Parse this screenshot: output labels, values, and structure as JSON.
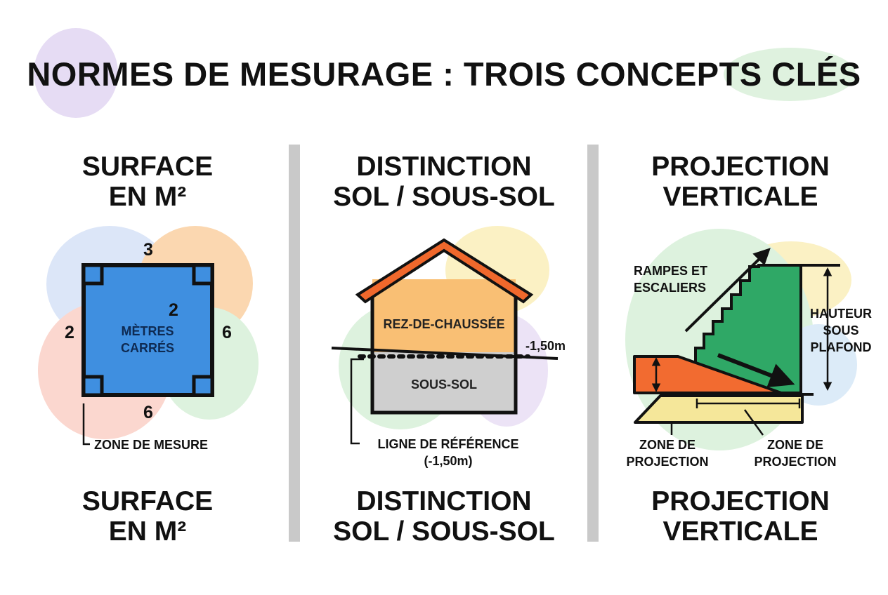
{
  "title": "NORMES DE MESURAGE : TROIS CONCEPTS CLÉS",
  "columns": [
    {
      "heading_line1": "SURFACE",
      "heading_line2": "EN M²",
      "footer_line1": "SURFACE",
      "footer_line2": "EN M²",
      "dim_top": "3",
      "dim_bottom": "6",
      "dim_left": "2",
      "dim_right": "6",
      "dim_inner": "2",
      "center_line1": "MÈTRES",
      "center_line2": "CARRÉS",
      "zone_label": "ZONE DE MESURE"
    },
    {
      "heading_line1": "DISTINCTION",
      "heading_line2": "SOL / SOUS-SOL",
      "footer_line1": "DISTINCTION",
      "footer_line2": "SOL / SOUS-SOL",
      "ground_floor": "REZ-DE-CHAUSSÉE",
      "basement": "SOUS-SOL",
      "level_mark": "-1,50m",
      "reference_line1": "LIGNE DE RÉFÉRENCE",
      "reference_line2": "(-1,50m)"
    },
    {
      "heading_line1": "PROJECTION",
      "heading_line2": "VERTICALE",
      "footer_line1": "PROJECTION",
      "footer_line2": "VERTICALE",
      "ramps_line1": "RAMPES ET",
      "ramps_line2": "ESCALIERS",
      "height_line1": "HAUTEUR",
      "height_line2": "SOUS",
      "height_line3": "PLAFOND",
      "projection_left_line1": "ZONE DE",
      "projection_left_line2": "PROJECTION",
      "projection_right_line1": "ZONE DE",
      "projection_right_line2": "PROJECTION"
    }
  ],
  "colors": {
    "square_blue": "#3f8fe0",
    "roof_orange": "#f0682c",
    "ground_floor_orange": "#f9bf74",
    "basement_grey": "#cfcfcf",
    "stair_green": "#2fa866",
    "ramp_orange": "#f26b30",
    "projection_yellow": "#f5e79a",
    "divider_grey": "#c9c9c9"
  }
}
